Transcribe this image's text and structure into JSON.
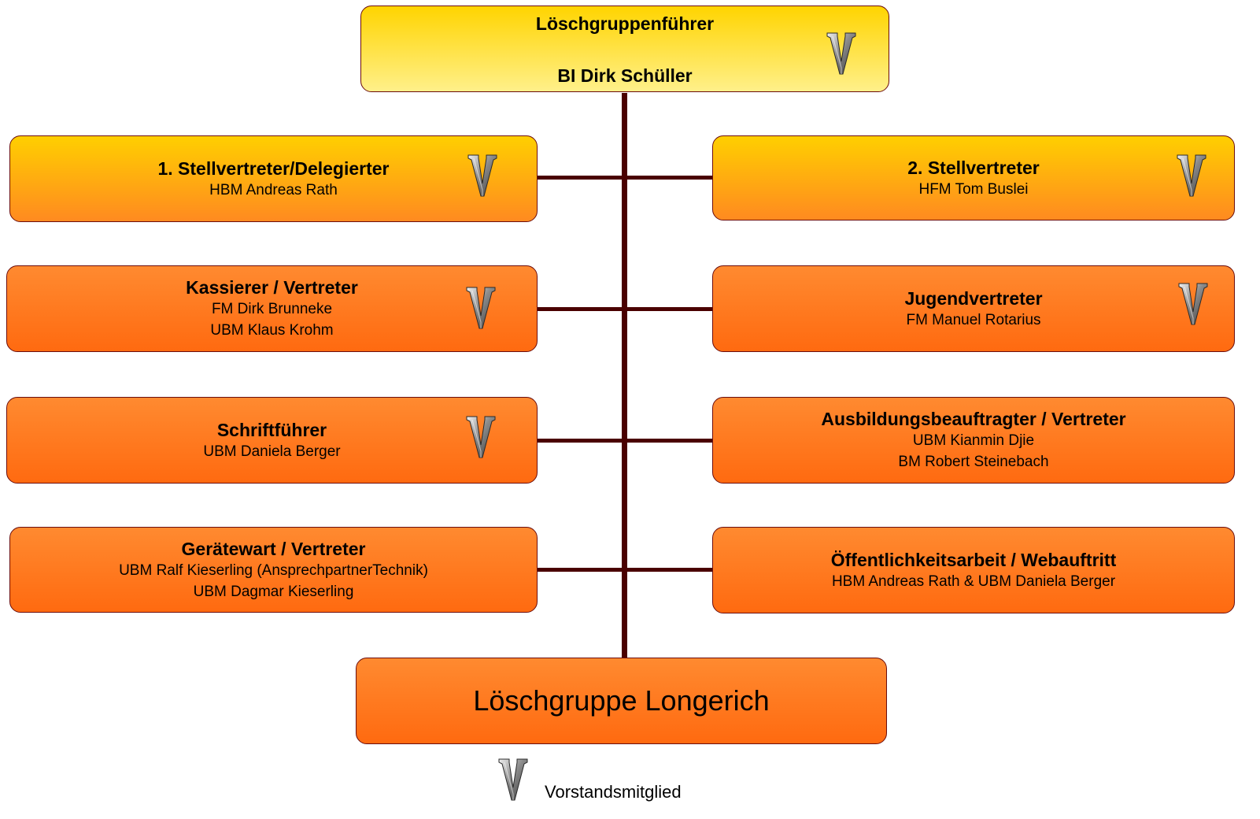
{
  "leader": {
    "title": "Löschgruppenführer",
    "name": "BI Dirk Schüller"
  },
  "roles_left": [
    {
      "title": "1. Stellvertreter/Delegierter",
      "names": [
        "HBM Andreas Rath"
      ],
      "board_member": true
    },
    {
      "title": "Kassierer / Vertreter",
      "names": [
        "FM Dirk Brunneke",
        "UBM Klaus Krohm"
      ],
      "board_member": true
    },
    {
      "title": "Schriftführer",
      "names": [
        "UBM Daniela Berger"
      ],
      "board_member": true
    },
    {
      "title": "Gerätewart / Vertreter",
      "names": [
        "UBM Ralf Kieserling (AnsprechpartnerTechnik)",
        "UBM Dagmar Kieserling"
      ],
      "board_member": false
    }
  ],
  "roles_right": [
    {
      "title": "2. Stellvertreter",
      "names": [
        "HFM Tom Buslei"
      ],
      "board_member": true
    },
    {
      "title": "Jugendvertreter",
      "names": [
        "FM Manuel Rotarius"
      ],
      "board_member": true
    },
    {
      "title": "Ausbildungsbeauftragter / Vertreter",
      "names": [
        "UBM Kianmin Djie",
        "BM Robert Steinebach"
      ],
      "board_member": false
    },
    {
      "title": "Öffentlichkeitsarbeit / Webauftritt",
      "names": [
        "HBM Andreas Rath & UBM Daniela Berger"
      ],
      "board_member": false
    }
  ],
  "footer_box": {
    "label": "Löschgruppe Longerich"
  },
  "legend": {
    "label": "Vorstandsmitglied",
    "icon": "v-badge-icon"
  },
  "colors": {
    "connector": "#4a0000",
    "border": "#6b0d0d",
    "leader_fill": "#ffd400",
    "role_fill": "#ff7a20"
  }
}
